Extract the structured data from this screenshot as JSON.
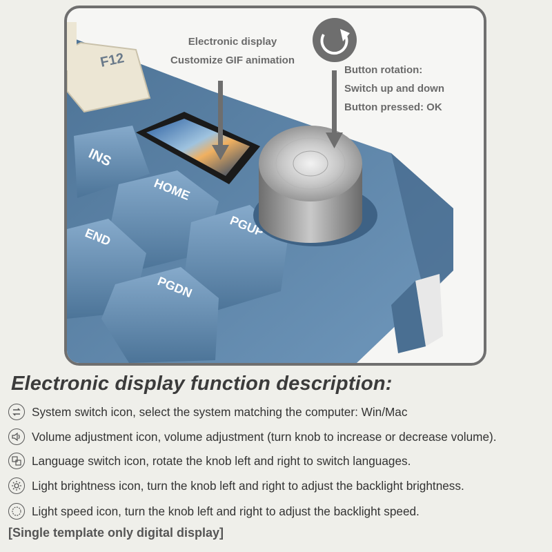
{
  "callouts": {
    "display": [
      "Electronic display",
      "Customize GIF animation"
    ],
    "knob": [
      "Button rotation:",
      "Switch up and down",
      "Button pressed: OK"
    ]
  },
  "keys": {
    "f12": "F12",
    "ins": "INS",
    "home": "HOME",
    "end": "END",
    "pgup": "PGUP",
    "pgdn": "PGDN"
  },
  "section_title": "Electronic display function description:",
  "items": [
    {
      "icon": "system-switch-icon",
      "text": "System switch icon, select the system matching the computer: Win/Mac"
    },
    {
      "icon": "volume-icon",
      "text": "Volume adjustment icon, volume adjustment (turn knob to increase or decrease volume)."
    },
    {
      "icon": "language-switch-icon",
      "text": "Language switch icon, rotate the knob left and right to switch languages."
    },
    {
      "icon": "brightness-icon",
      "text": "Light brightness icon, turn the knob left and right to adjust the backlight brightness."
    },
    {
      "icon": "light-speed-icon",
      "text": "Light speed icon, turn the knob left and right to adjust the backlight speed."
    }
  ],
  "footnote": "[Single template only digital display]",
  "colors": {
    "case_blue": "#5f84a6",
    "key_blue": "#6a93b8",
    "key_cream": "#ece6d4",
    "frame": "#6f6f6f"
  }
}
